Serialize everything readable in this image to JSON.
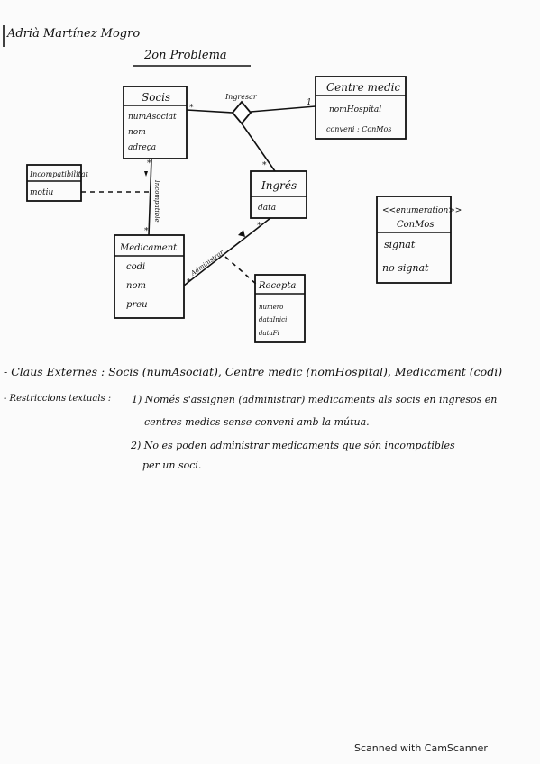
{
  "author": "Adrià Martínez Mogro",
  "title": "2on Problema",
  "classes": {
    "socis": {
      "name": "Socis",
      "attrs": [
        "numAsociat",
        "nom",
        "adreça"
      ]
    },
    "centre": {
      "name": "Centre medic",
      "attrs": [
        "nomHospital",
        "conveni : ConMos"
      ]
    },
    "incompatibilitat": {
      "name": "Incompatibilitat",
      "attrs": [
        "motiu"
      ]
    },
    "ingres": {
      "name": "Ingrés",
      "attrs": [
        "data"
      ]
    },
    "enum": {
      "stereotype": "<<enumeration>>",
      "name": "ConMos",
      "values": [
        "signat",
        "no signat"
      ]
    },
    "medicament": {
      "name": "Medicament",
      "attrs": [
        "codi",
        "nom",
        "preu"
      ]
    },
    "recepta": {
      "name": "Recepta",
      "attrs": [
        "numero",
        "dataInici",
        "dataFi"
      ]
    }
  },
  "associations": {
    "ingressar": "Ingresar",
    "incompatible": "Incompatible",
    "administrar": "Administrar"
  },
  "multiplicities": {
    "socis_ingres": "*",
    "centre_ingres": "1",
    "ingres_diamond": "*",
    "socis_incomp": "*",
    "medic_incomp": "*",
    "medic_admin": "*",
    "ingres_admin": "*"
  },
  "notes": {
    "line1": "- Claus Externes : Socis (numAsociat), Centre medic (nomHospital), Medicament (codi)",
    "line2_label": "- Restriccions textuals :",
    "r1a": "1) Només s'assignen (administrar) medicaments als socis en ingresos en",
    "r1b": "centres medics sense conveni amb la mútua.",
    "r2a": "2) No es poden administrar medicaments que són incompatibles",
    "r2b": "per un soci."
  },
  "footer": "Scanned with CamScanner"
}
